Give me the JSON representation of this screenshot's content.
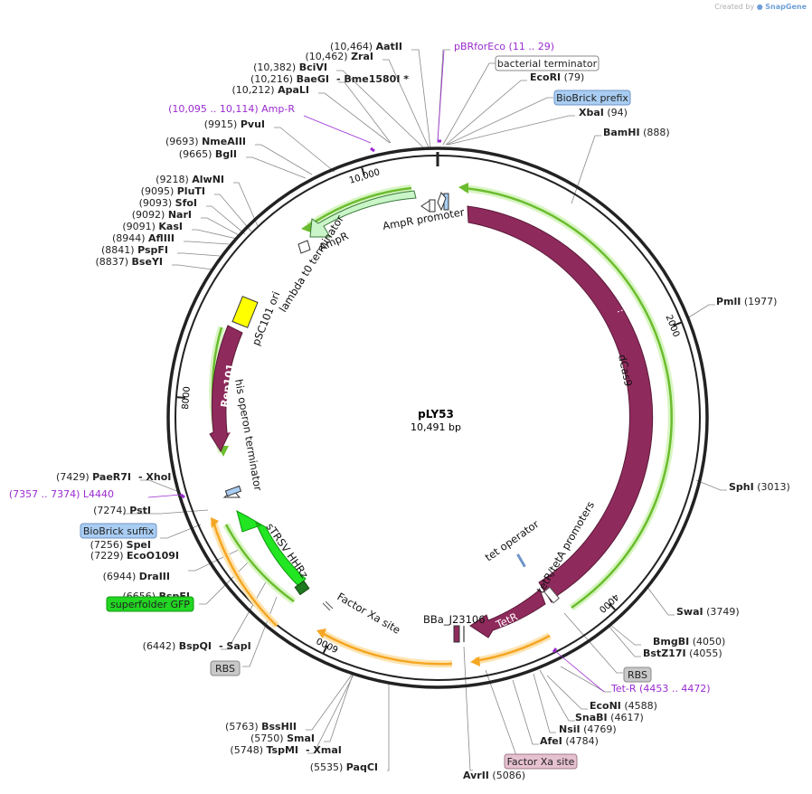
{
  "watermark": {
    "prefix": "Created by",
    "brand": "SnapGene"
  },
  "plasmid": {
    "name": "pLY53",
    "size_label": "10,491 bp",
    "total_bp": 10491
  },
  "ticks": [
    {
      "pos": 10000,
      "label": "10,000"
    },
    {
      "pos": 2000,
      "label": "2000"
    },
    {
      "pos": 4000,
      "label": "4000"
    },
    {
      "pos": 6000,
      "label": "6000"
    },
    {
      "pos": 8000,
      "label": "8000"
    }
  ],
  "left_labels": [
    {
      "id": "aatii",
      "pos": "(10,464)",
      "name": "AatII",
      "bp": 10464
    },
    {
      "id": "zrai",
      "pos": "(10,462)",
      "name": "ZraI",
      "bp": 10462
    },
    {
      "id": "bcivi",
      "pos": "(10,382)",
      "name": "BciVI",
      "bp": 10382
    },
    {
      "id": "baegi",
      "pos": "(10,216)",
      "name": "BaeGI",
      "extra": "- Bme1580I *",
      "bp": 10216
    },
    {
      "id": "apali",
      "pos": "(10,212)",
      "name": "ApaLI",
      "bp": 10212
    },
    {
      "id": "ampr-primer",
      "pos": "(10,095 .. 10,114)",
      "name": "Amp-R",
      "bp": 10104,
      "purple": true
    },
    {
      "id": "pvui",
      "pos": "(9915)",
      "name": "PvuI",
      "bp": 9915
    },
    {
      "id": "nmeaiii",
      "pos": "(9693)",
      "name": "NmeAIII",
      "bp": 9693
    },
    {
      "id": "bgli",
      "pos": "(9665)",
      "name": "BglI",
      "bp": 9665
    },
    {
      "id": "alwni",
      "pos": "(9218)",
      "name": "AlwNI",
      "bp": 9218
    },
    {
      "id": "pluti",
      "pos": "(9095)",
      "name": "PluTI",
      "bp": 9095
    },
    {
      "id": "sfoi",
      "pos": "(9093)",
      "name": "SfoI",
      "bp": 9093
    },
    {
      "id": "nari",
      "pos": "(9092)",
      "name": "NarI",
      "bp": 9092
    },
    {
      "id": "kasi",
      "pos": "(9091)",
      "name": "KasI",
      "bp": 9091
    },
    {
      "id": "aflIII",
      "pos": "(8944)",
      "name": "AflIII",
      "bp": 8944
    },
    {
      "id": "pspfi",
      "pos": "(8841)",
      "name": "PspFI",
      "bp": 8841
    },
    {
      "id": "bseyi",
      "pos": "(8837)",
      "name": "BseYI",
      "bp": 8837
    },
    {
      "id": "paer7i",
      "pos": "(7429)",
      "name": "PaeR7I",
      "extra": "- XhoI",
      "bp": 7429
    },
    {
      "id": "l4440",
      "pos": "(7357 .. 7374)",
      "name": "L4440",
      "bp": 7365,
      "purple": true
    },
    {
      "id": "psti",
      "pos": "(7274)",
      "name": "PstI",
      "bp": 7274
    },
    {
      "id": "spei",
      "pos": "(7256)",
      "name": "SpeI",
      "bp": 7256
    },
    {
      "id": "ecoo109i",
      "pos": "(7229)",
      "name": "EcoO109I",
      "bp": 7229
    },
    {
      "id": "draiii",
      "pos": "(6944)",
      "name": "DraIII",
      "bp": 6944
    },
    {
      "id": "bspei",
      "pos": "(6656)",
      "name": "BspEI",
      "bp": 6656
    },
    {
      "id": "bspqi",
      "pos": "(6442)",
      "name": "BspQI",
      "extra": "- SapI",
      "bp": 6442
    },
    {
      "id": "bsshii",
      "pos": "(5763)",
      "name": "BssHII",
      "bp": 5763
    },
    {
      "id": "smai",
      "pos": "(5750)",
      "name": "SmaI",
      "bp": 5750
    },
    {
      "id": "tspmi",
      "pos": "(5748)",
      "name": "TspMI",
      "extra": "- XmaI",
      "bp": 5748
    },
    {
      "id": "paqci",
      "pos": "(5535)",
      "name": "PaqCI",
      "bp": 5535
    }
  ],
  "right_labels": [
    {
      "id": "pbrforeco",
      "name": "pBRforEco",
      "pos": "(11 .. 29)",
      "bp": 20,
      "purple": true
    },
    {
      "id": "ecori",
      "name": "EcoRI",
      "pos": "(79)",
      "bp": 79
    },
    {
      "id": "xbai",
      "name": "XbaI",
      "pos": "(94)",
      "bp": 94
    },
    {
      "id": "bamhi",
      "name": "BamHI",
      "pos": "(888)",
      "bp": 888
    },
    {
      "id": "pmli",
      "name": "PmlI",
      "pos": "(1977)",
      "bp": 1977
    },
    {
      "id": "sphi",
      "name": "SphI",
      "pos": "(3013)",
      "bp": 3013
    },
    {
      "id": "swai",
      "name": "SwaI",
      "pos": "(3749)",
      "bp": 3749
    },
    {
      "id": "bmgbi",
      "name": "BmgBI",
      "pos": "(4050)",
      "bp": 4050
    },
    {
      "id": "bstz17i",
      "name": "BstZ17I",
      "pos": "(4055)",
      "bp": 4055
    },
    {
      "id": "tetr-primer",
      "name": "Tet-R",
      "pos": "(4453 .. 4472)",
      "bp": 4462,
      "purple": true
    },
    {
      "id": "econi",
      "name": "EcoNI",
      "pos": "(4588)",
      "bp": 4588
    },
    {
      "id": "snabi",
      "name": "SnaBI",
      "pos": "(4617)",
      "bp": 4617
    },
    {
      "id": "nsii",
      "name": "NsiI",
      "pos": "(4769)",
      "bp": 4769
    },
    {
      "id": "afei",
      "name": "AfeI",
      "pos": "(4784)",
      "bp": 4784
    },
    {
      "id": "avrii",
      "name": "AvrII",
      "pos": "(5086)",
      "bp": 5086
    }
  ],
  "boxed_labels": [
    {
      "id": "bacterial-terminator",
      "text": "bacterial terminator",
      "fill": "#ffffff",
      "stroke": "#888888"
    },
    {
      "id": "biobrick-prefix",
      "text": "BioBrick prefix",
      "fill": "#a9cdf2",
      "stroke": "#6f95c7"
    },
    {
      "id": "rbs-right",
      "text": "RBS",
      "fill": "#c8c8c8",
      "stroke": "#8a8a8a"
    },
    {
      "id": "factor-xa-box",
      "text": "Factor Xa site",
      "fill": "#e6c1d0",
      "stroke": "#a07c8a"
    },
    {
      "id": "biobrick-suffix",
      "text": "BioBrick suffix",
      "fill": "#a9cdf2",
      "stroke": "#6f95c7"
    },
    {
      "id": "superfolder-gfp",
      "text": "superfolder GFP",
      "fill": "#22d622",
      "stroke": "#119911"
    },
    {
      "id": "rbs-left",
      "text": "RBS",
      "fill": "#c8c8c8",
      "stroke": "#8a8a8a"
    }
  ],
  "features": {
    "dcas9": "dCas9",
    "ampr": "AmpR",
    "ampr_promoter": "AmpR promoter",
    "lambda_t0": "lambda t0 terminator",
    "psc101_ori": "pSC101 ori",
    "rep101": "Rep101",
    "his_operon": "his operon terminator",
    "strsv": "sTRSV HHRz",
    "factor_xa": "Factor Xa site",
    "bba": "BBa_J23106",
    "tetr": "TetR",
    "tet_operator": "tet operator",
    "tetr_tetA": "tetR/tetA promoters"
  },
  "colors": {
    "cds": "#8f2a5c",
    "ampr": "#c9f5c9",
    "green_arrow": "#22e622",
    "ori": "#ffff00",
    "orange": "#f5a623",
    "purple_text": "#9a2bd1"
  }
}
